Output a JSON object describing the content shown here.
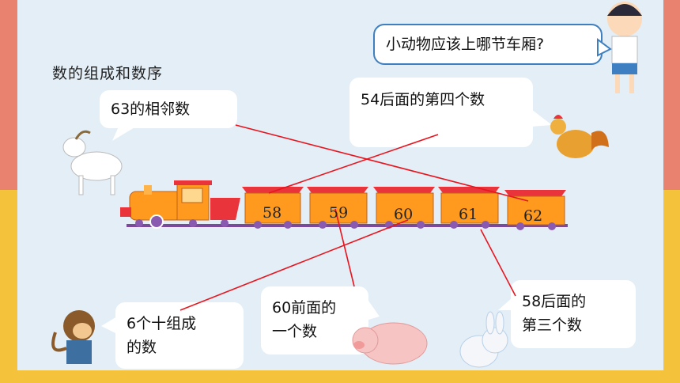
{
  "heading": "数的组成和数序",
  "question": "小动物应该上哪节车厢?",
  "bubbles": {
    "goat": "63的相邻数",
    "rooster": "54后面的第四个数",
    "monkey_line1": "6个十组成",
    "monkey_line2": "的数",
    "pig_line1": "60前面的",
    "pig_line2": "一个数",
    "rabbit_line1": "58后面的",
    "rabbit_line2": "第三个数"
  },
  "cars": [
    "58",
    "59",
    "60",
    "61",
    "62"
  ],
  "colors": {
    "frame_top": "#E9826F",
    "frame_bottom": "#F5C33B",
    "board": "#E3EEF6",
    "car": "#FF9A1E",
    "car_roof": "#E8343A",
    "line": "#E8141E"
  }
}
